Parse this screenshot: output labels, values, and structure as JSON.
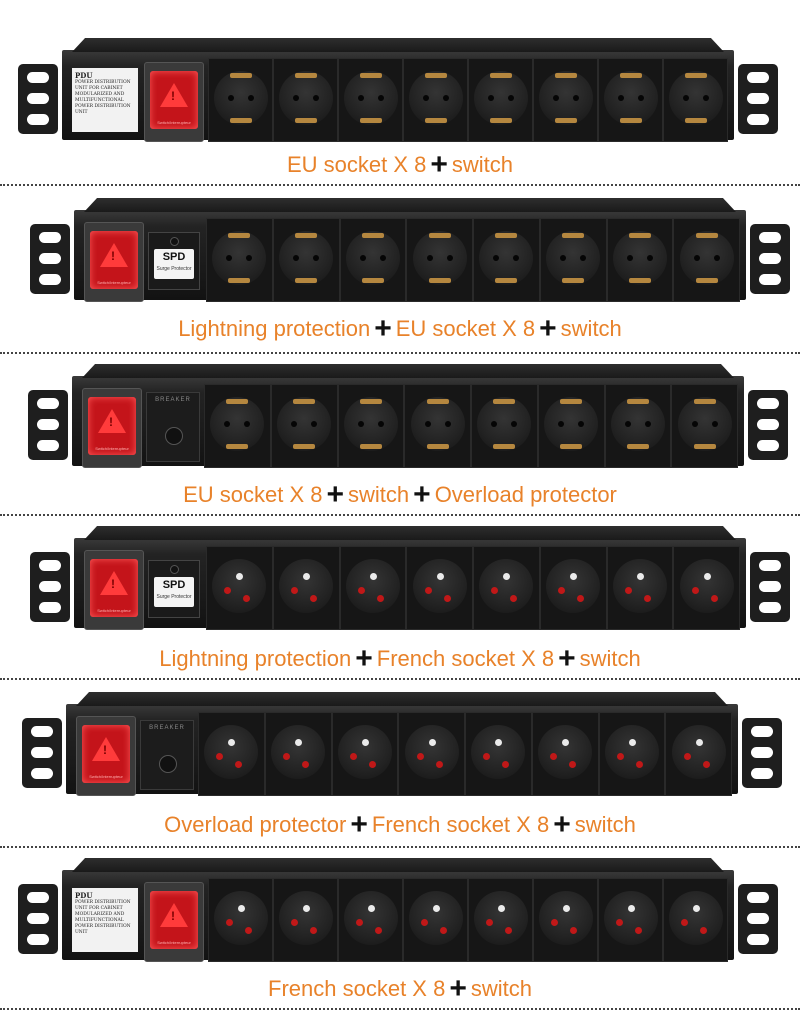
{
  "labels": {
    "pdu_label_title": "PDU",
    "pdu_label_text": "POWER DISTRIBUTION UNIT FOR CABINET MODULARIZED AND MULTIFUNCTIONAL POWER DISTRIBUTION UNIT",
    "spd_title": "SPD",
    "spd_subtitle": "Surge Protector",
    "breaker_text": "BREAKER",
    "switch_text": "Switch/Interrupteur"
  },
  "colors": {
    "caption": "#e8822a",
    "plus": "#111111",
    "switch_red": "#c4141a",
    "eu_clip": "#b5873f",
    "fr_hole": "#c01818"
  },
  "sections": [
    {
      "socket_type": "eu",
      "modules": [
        "label",
        "switch"
      ],
      "caption": [
        "EU socket X 8",
        "switch"
      ]
    },
    {
      "socket_type": "eu",
      "modules": [
        "switch",
        "spd"
      ],
      "caption": [
        "Lightning protection",
        "EU socket X 8",
        "switch"
      ]
    },
    {
      "socket_type": "eu",
      "modules": [
        "switch",
        "breaker"
      ],
      "caption": [
        "EU socket X 8",
        "switch",
        "Overload protector"
      ]
    },
    {
      "socket_type": "fr",
      "modules": [
        "switch",
        "spd"
      ],
      "caption": [
        "Lightning protection",
        "French socket X 8",
        "switch"
      ]
    },
    {
      "socket_type": "fr",
      "modules": [
        "switch",
        "breaker"
      ],
      "caption": [
        "Overload protector",
        "French socket X 8",
        "switch"
      ]
    },
    {
      "socket_type": "fr",
      "modules": [
        "label",
        "switch"
      ],
      "caption": [
        "French socket X 8",
        "switch"
      ]
    }
  ],
  "plus_symbol": "+",
  "socket_count": 8
}
